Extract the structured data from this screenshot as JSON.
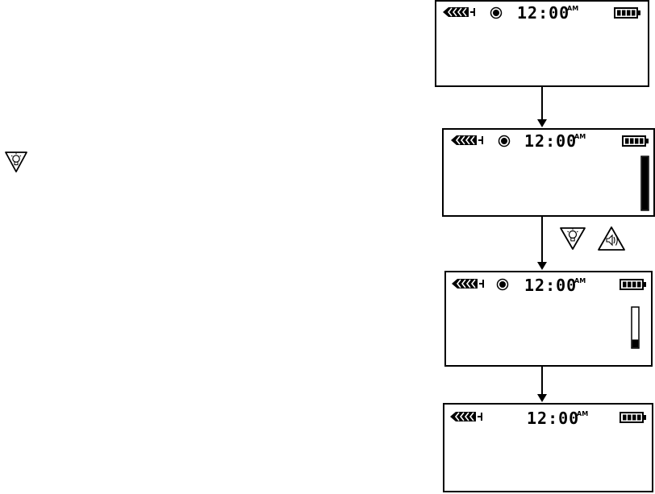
{
  "screens": [
    {
      "time": "12:00",
      "ampm": "AM",
      "record_indicator": true,
      "level_bar": null
    },
    {
      "time": "12:00",
      "ampm": "AM",
      "record_indicator": true,
      "level_bar": 1.0
    },
    {
      "time": "12:00",
      "ampm": "AM",
      "record_indicator": true,
      "level_bar": 0.2
    },
    {
      "time": "12:00",
      "ampm": "AM",
      "record_indicator": false,
      "level_bar": null
    }
  ],
  "icons": {
    "side_tip": "lightbulb-tip-icon",
    "between_tip": "lightbulb-tip-icon",
    "between_sound": "speaker-sound-icon",
    "tether": "tether-signal-icon",
    "record": "record-dot-icon",
    "battery": "battery-full-icon"
  },
  "colors": {
    "ink": "#000000",
    "paper": "#ffffff"
  }
}
